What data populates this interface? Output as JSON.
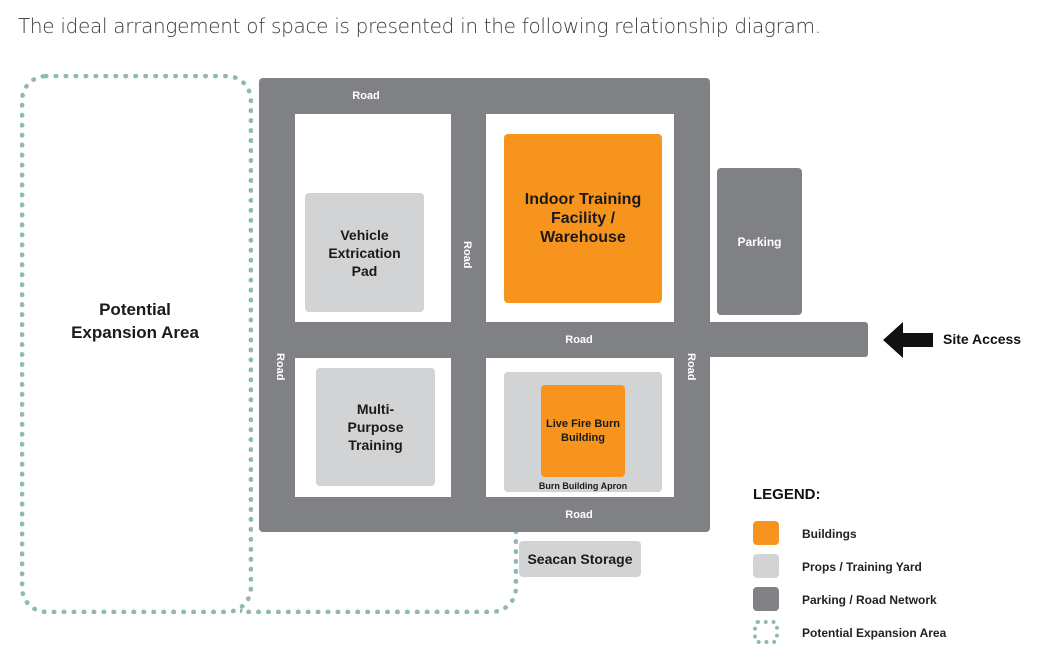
{
  "caption": "The ideal arrangement of space is presented in the following relationship diagram.",
  "roads": {
    "top": "Road",
    "middle_vertical": "Road",
    "middle_horizontal": "Road",
    "left_vertical": "Road",
    "right_vertical": "Road",
    "bottom": "Road"
  },
  "zones": {
    "expansion": "Potential Expansion Area",
    "vehicle_extrication": "Vehicle Extrication Pad",
    "indoor_training": "Indoor Training Facility / Warehouse",
    "parking": "Parking",
    "multi_purpose": "Multi-Purpose Training",
    "live_fire": "Live Fire Burn Building",
    "burn_apron": "Burn Building Apron",
    "seacan": "Seacan Storage"
  },
  "site_access": {
    "label": "Site Access",
    "icon": "arrow-left-icon"
  },
  "legend": {
    "title": "LEGEND:",
    "items": [
      {
        "label": "Buildings",
        "color": "#f7941d"
      },
      {
        "label": "Props / Training Yard",
        "color": "#d1d3d4"
      },
      {
        "label": "Parking / Road Network",
        "color": "#808184"
      },
      {
        "label": "Potential Expansion Area",
        "color": "#8fb9b5"
      }
    ]
  },
  "colors": {
    "building": "#f7941d",
    "prop": "#d1d3d4",
    "road": "#808184",
    "expansion": "#8fb9b5"
  }
}
